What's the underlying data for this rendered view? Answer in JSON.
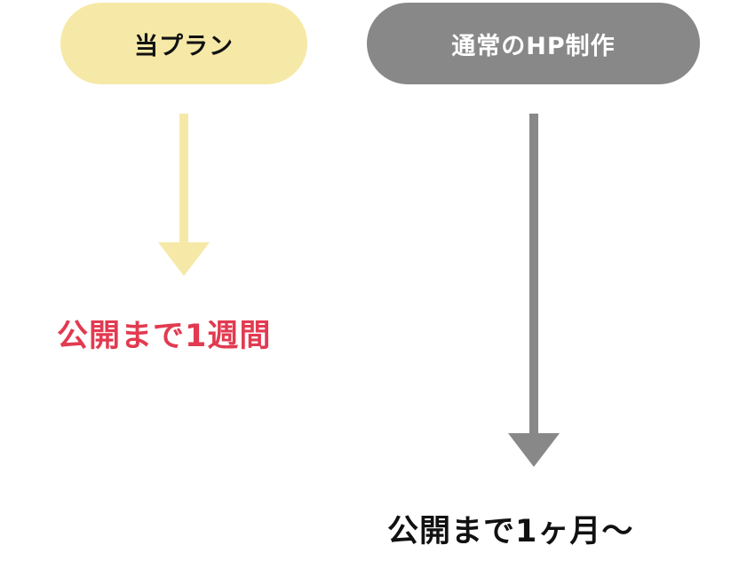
{
  "our_plan": {
    "label": "当プラン",
    "result": "公開まで1週間",
    "pill_color": "#f6e9a8",
    "result_color": "#e23a50"
  },
  "normal_plan": {
    "label": "通常のHP制作",
    "result": "公開まで1ヶ月〜",
    "pill_color": "#888888",
    "result_color": "#111111"
  }
}
